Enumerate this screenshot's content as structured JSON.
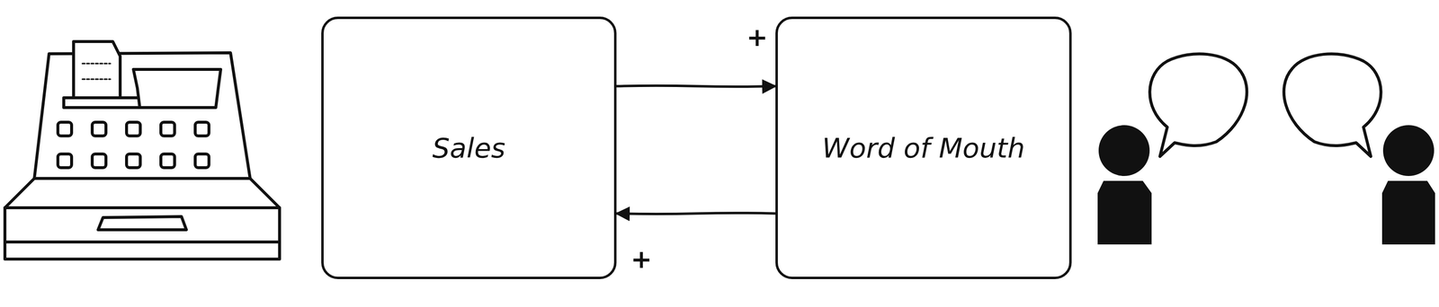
{
  "diagram": {
    "nodes": [
      {
        "text": [
          "Sales"
        ]
      },
      {
        "text": [
          "Word of Mouth"
        ]
      }
    ],
    "edges": [
      {
        "from": 0,
        "to": 1,
        "arrow": "to"
      },
      {
        "from": 1,
        "to": 0,
        "arrow": "to"
      }
    ],
    "labels": [
      "+",
      "+"
    ]
  }
}
